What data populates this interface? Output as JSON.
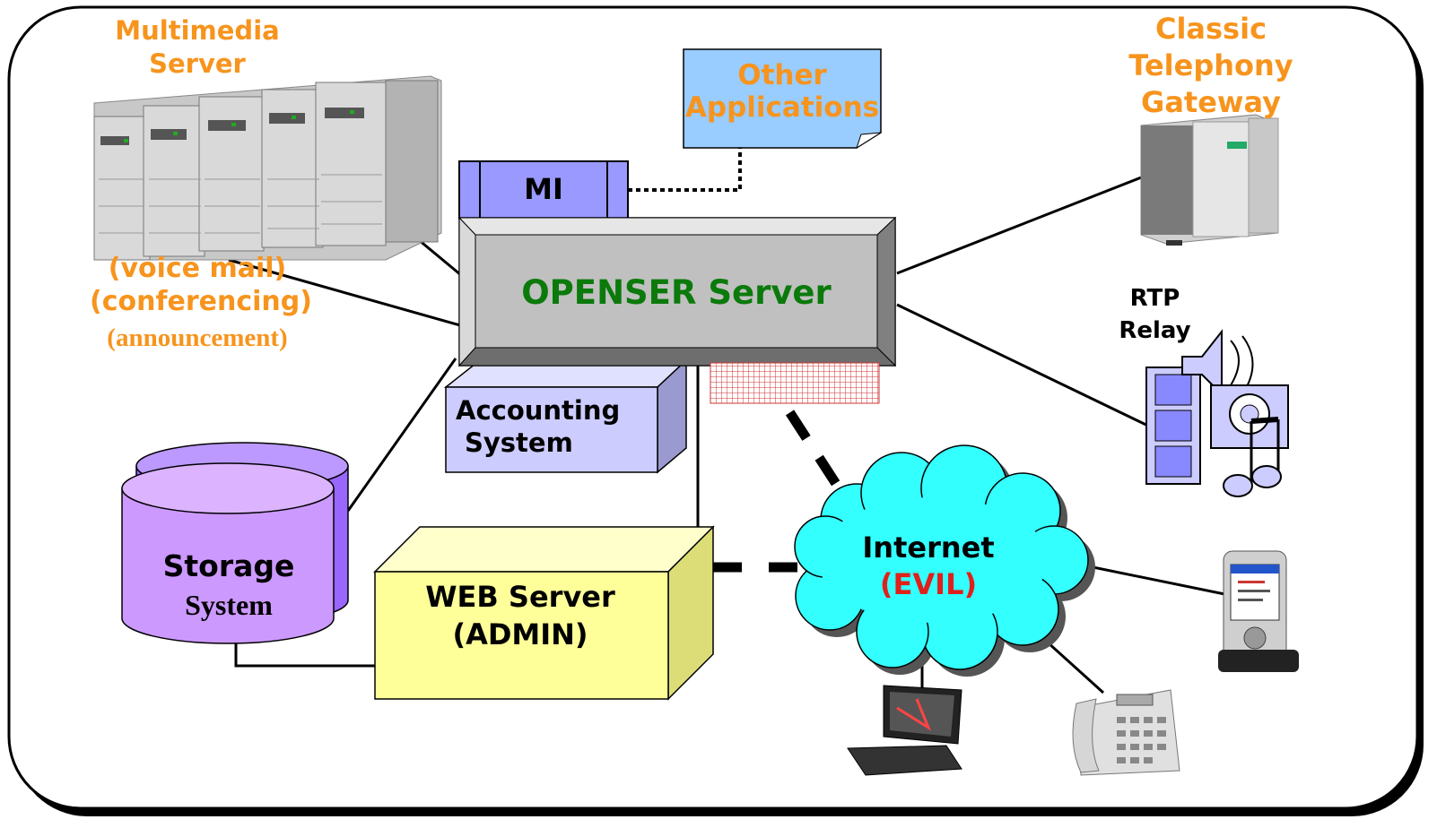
{
  "multimedia": {
    "title_line1": "Multimedia",
    "title_line2": "Server",
    "role1": "(voice mail)",
    "role2": "(conferencing)",
    "role3": "(announcement)"
  },
  "other_apps": {
    "line1": "Other",
    "line2": "Applications"
  },
  "mi": {
    "label": "MI"
  },
  "openser": {
    "label": "OPENSER Server"
  },
  "accounting": {
    "line1": "Accounting",
    "line2": "System"
  },
  "storage": {
    "line1": "Storage",
    "line2": "System"
  },
  "web": {
    "line1": "WEB Server",
    "line2": "(ADMIN)"
  },
  "internet": {
    "line1": "Internet",
    "line2": "(EVIL)"
  },
  "gateway": {
    "line1": "Classic",
    "line2": "Telephony",
    "line3": "Gateway"
  },
  "rtp": {
    "line1": "RTP",
    "line2": "Relay"
  },
  "colors": {
    "label_orange": "#f7941d",
    "openser_text": "#0b7a0b",
    "evil_text": "#e0201a",
    "cloud_fill": "#33ffff",
    "storage_fill": "#cc99ff",
    "web_fill": "#ffff99",
    "accounting_fill": "#ccccff",
    "mi_fill": "#9999ff",
    "other_fill": "#99ccff"
  },
  "icons": [
    "server-rack-icon",
    "telephony-gateway-icon",
    "rtp-relay-icon",
    "pda-icon",
    "laptop-icon",
    "desk-phone-icon",
    "database-cylinder-icon",
    "cloud-icon"
  ]
}
